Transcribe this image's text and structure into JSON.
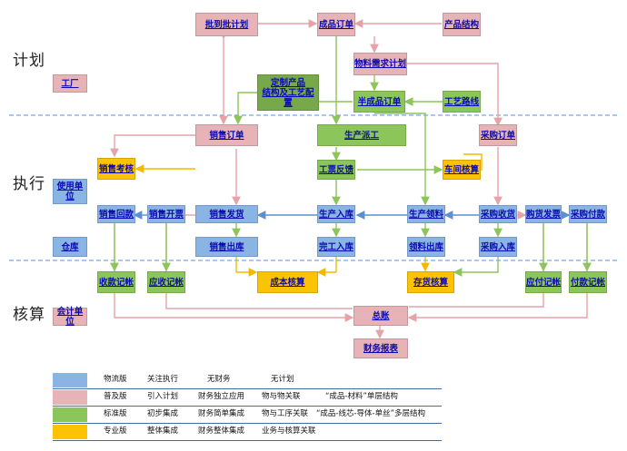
{
  "sections": {
    "plan": "计划",
    "execute": "执行",
    "accounting": "核算"
  },
  "nodes": {
    "batch_plan": "批到批计划",
    "finished_order": "成品订单",
    "product_structure": "产品结构",
    "factory": "工厂",
    "mrp": "物料需求计划",
    "custom_config_1": "定制产品",
    "custom_config_2": "结构及工艺配置",
    "semi_order": "半成品订单",
    "routing": "工艺路线",
    "sales_order": "销售订单",
    "production_dispatch": "生产派工",
    "purchase_order": "采购订单",
    "sales_assessment": "销售考核",
    "ticket_feedback": "工票反馈",
    "workshop_accounting": "车间核算",
    "user_unit": "使用单位",
    "sales_receipt": "销售回款",
    "sales_invoice": "销售开票",
    "sales_delivery": "销售发货",
    "production_in": "生产入库",
    "production_pick": "生产领料",
    "purchase_receive": "采购收货",
    "purchase_invoice": "购货发票",
    "purchase_payment": "采购付款",
    "warehouse": "仓库",
    "sales_out": "销售出库",
    "finished_in": "完工入库",
    "pick_out": "领料出库",
    "purchase_in": "采购入库",
    "receipt_booking": "收款记帐",
    "receivable_booking": "应收记帐",
    "cost_accounting": "成本核算",
    "inventory_accounting": "存货核算",
    "payable_booking": "应付记帐",
    "payment_booking": "付款记帐",
    "accounting_unit": "会计单位",
    "general_ledger": "总账",
    "financial_report": "财务报表"
  },
  "legend": [
    {
      "color": "#8ab4e4",
      "c1": "物流版",
      "c2": "关注执行",
      "c3": "无财务",
      "c4": "无计划",
      "c5": ""
    },
    {
      "color": "#e6b3b7",
      "c1": "普及版",
      "c2": "引入计划",
      "c3": "财务独立应用",
      "c4": "物与物关联",
      "c5": "“成品-材料”单层结构"
    },
    {
      "color": "#8cc65a",
      "c1": "标准版",
      "c2": "初步集成",
      "c3": "财务简单集成",
      "c4": "物与工序关联",
      "c5": "“成品-线芯-导体-单丝”多层结构"
    },
    {
      "color": "#fbc304",
      "c1": "专业版",
      "c2": "整体集成",
      "c3": "财务整体集成",
      "c4": "业务与核算关联",
      "c5": ""
    }
  ],
  "colors": {
    "pink": "#e6b3b7",
    "green": "#8cc65a",
    "blue": "#8ab4e4",
    "orange": "#fbc304",
    "arrow_pink": "#e5a3a8",
    "arrow_green": "#8cc65a",
    "arrow_blue": "#5a8fd0",
    "arrow_orange": "#f5b800",
    "divider": "#5a8fd0"
  }
}
